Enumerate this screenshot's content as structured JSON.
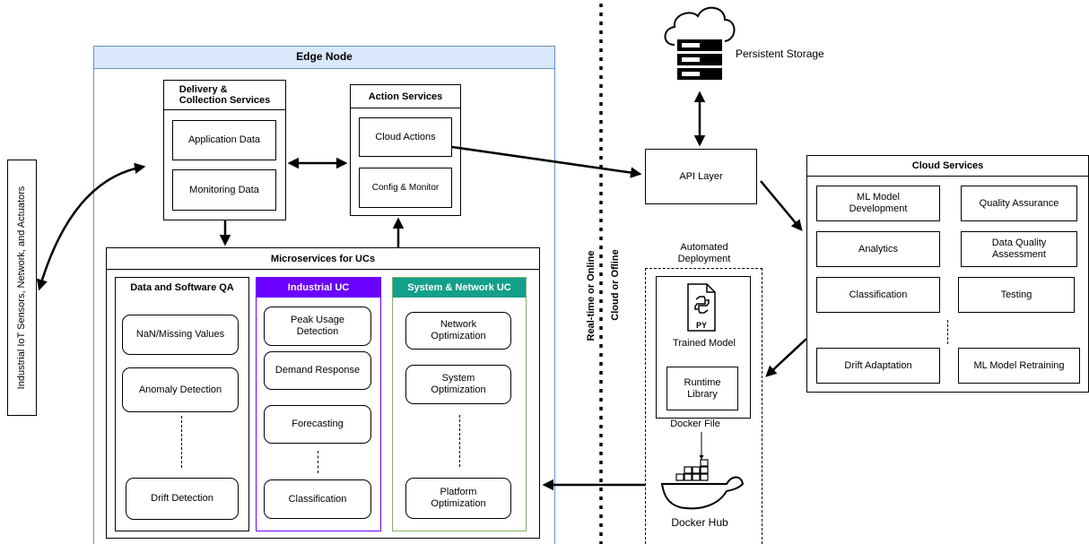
{
  "edge": {
    "title": "Edge Node",
    "delivery": {
      "title": "Delivery &\nCollection Services",
      "items": [
        "Application Data",
        "Monitoring Data"
      ]
    },
    "action": {
      "title": "Action Services",
      "items": [
        "Cloud Actions",
        "Config & Monitor"
      ]
    },
    "micro": {
      "title": "Microservices for UCs",
      "qa": {
        "title": "Data and Software QA",
        "items": [
          "NaN/Missing Values",
          "Anomaly Detection",
          "Drift Detection"
        ]
      },
      "industrial": {
        "title": "Industrial UC",
        "items": [
          "Peak Usage\nDetection",
          "Demand Response",
          "Forecasting",
          "Classification"
        ]
      },
      "system": {
        "title": "System & Network UC",
        "items": [
          "Network\nOptimization",
          "System\nOptimization",
          "Platform\nOptimization"
        ]
      }
    }
  },
  "iot": "Industrial IoT Sensors, Network, and Actuators",
  "divider": {
    "top": "Real-time or Online",
    "bottom": "Cloud or Ofline"
  },
  "storage": "Persistent Storage",
  "api": "API Layer",
  "deployment": {
    "title": "Automated\nDeployment",
    "file_ext": "PY",
    "model": "Trained Model",
    "runtime": "Runtime\nLibrary",
    "dockerfile": "Docker File",
    "hub": "Docker Hub"
  },
  "cloud": {
    "title": "Cloud Services",
    "items": [
      "ML Model\nDevelopment",
      "Quality Assurance",
      "Analytics",
      "Data Quality\nAssessment",
      "Classification",
      "Testing",
      "Drift Adaptation",
      "ML Model Retraining"
    ]
  },
  "colors": {
    "edge_header_bg": "#dae8fc",
    "edge_border": "#6c8ebf",
    "industrial": "#6a00ff",
    "system": "#13a08a",
    "system_border": "#82b366"
  }
}
